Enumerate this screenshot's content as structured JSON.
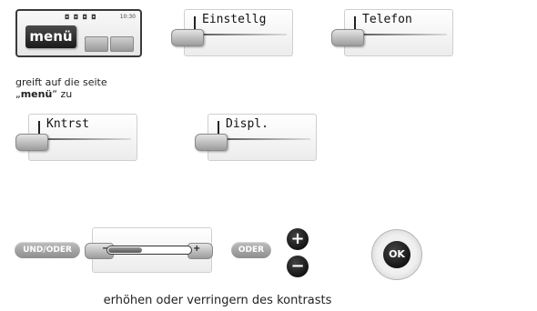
{
  "phone_display": {
    "status_icons": "◘ ◘ ◘ ◘",
    "time": "10:30",
    "menu_tab_label": "menü"
  },
  "keys": {
    "einstellg": "Einstellg",
    "telefon": "Telefon",
    "kntrst": "Kntrst",
    "displ": "Displ."
  },
  "captions": {
    "access_line1": "greift auf die seite",
    "access_quote_open": "„",
    "access_bold": "menü",
    "access_quote_close": "“ zu",
    "contrast": "erhöhen oder verringern des kontrasts"
  },
  "pills": {
    "und_oder": "UND/ODER",
    "oder": "ODER"
  },
  "slider": {
    "minus_sign": "−",
    "plus_sign": "+",
    "level": 0.42
  },
  "buttons": {
    "plus": "+",
    "minus": "−",
    "ok": "OK"
  },
  "icons": {
    "plus_button": "plus-icon",
    "minus_button": "minus-icon",
    "ok_button": "ok-icon"
  }
}
